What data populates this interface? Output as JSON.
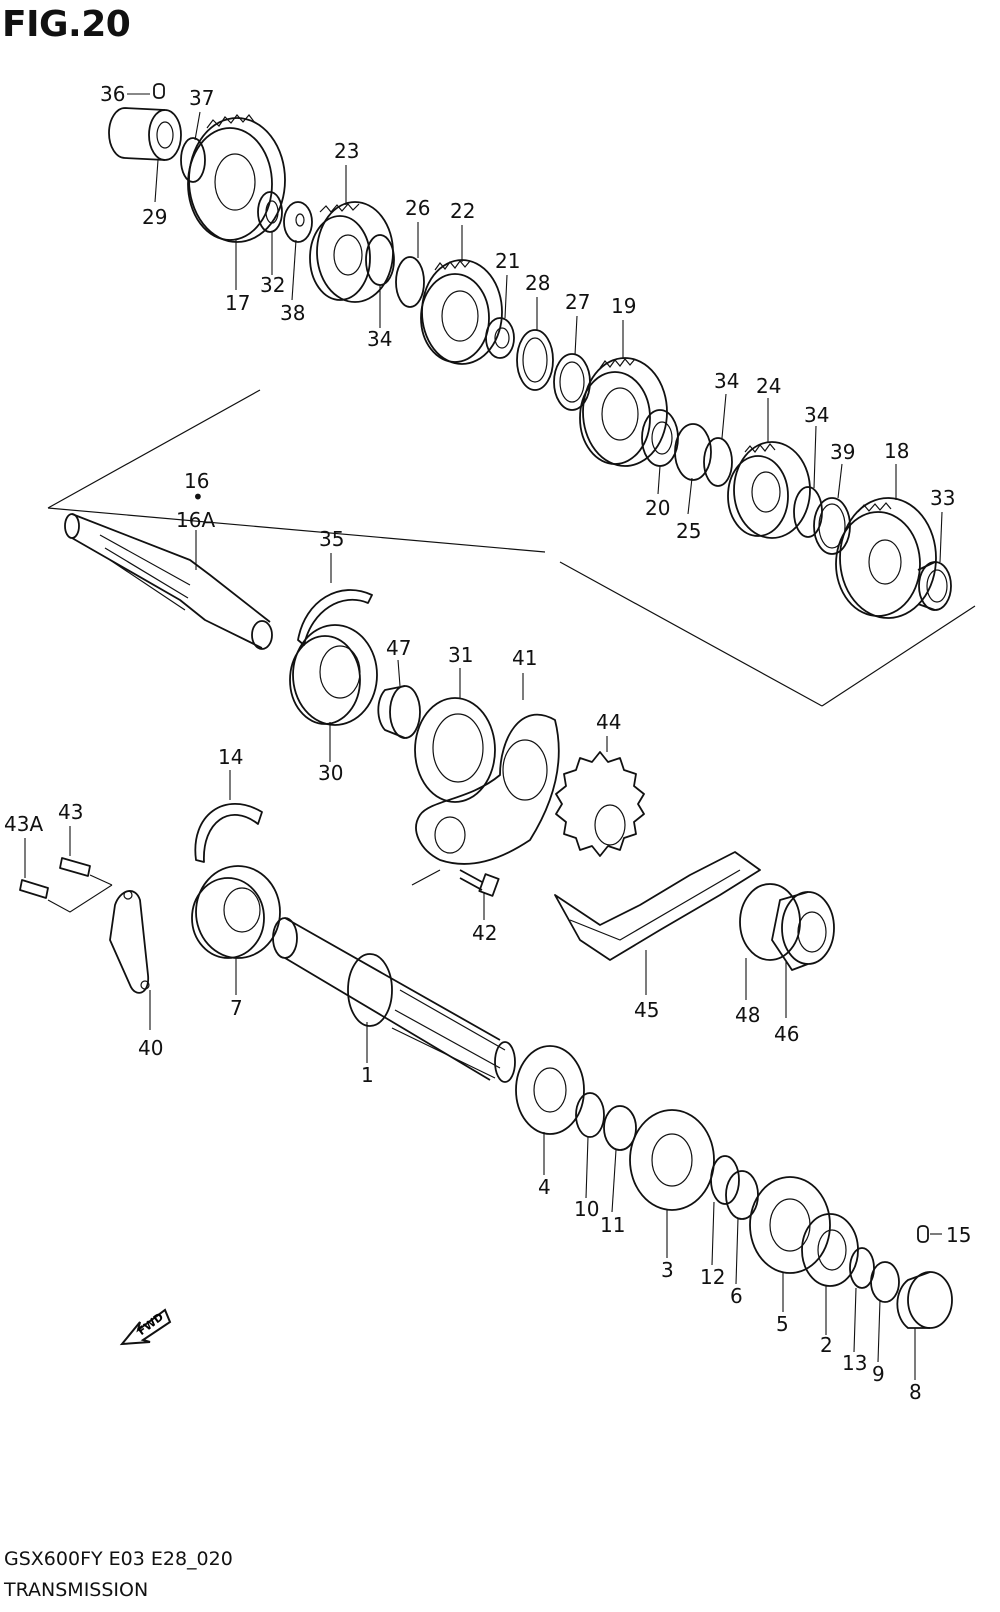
{
  "figure_title": "FIG.20",
  "model_code": "GSX600FY E03 E28_020",
  "section_name": "TRANSMISSION",
  "fwd_label": "FWD",
  "part_labels": [
    "36",
    "37",
    "29",
    "23",
    "17",
    "32",
    "38",
    "26",
    "22",
    "34",
    "21",
    "28",
    "27",
    "19",
    "34",
    "24",
    "34",
    "39",
    "18",
    "20",
    "25",
    "33",
    "16",
    "•",
    "16A",
    "35",
    "47",
    "31",
    "41",
    "30",
    "44",
    "14",
    "43A",
    "43",
    "42",
    "7",
    "40",
    "45",
    "48",
    "46",
    "1",
    "4",
    "10",
    "11",
    "3",
    "12",
    "6",
    "15",
    "5",
    "2",
    "13",
    "9",
    "8"
  ]
}
